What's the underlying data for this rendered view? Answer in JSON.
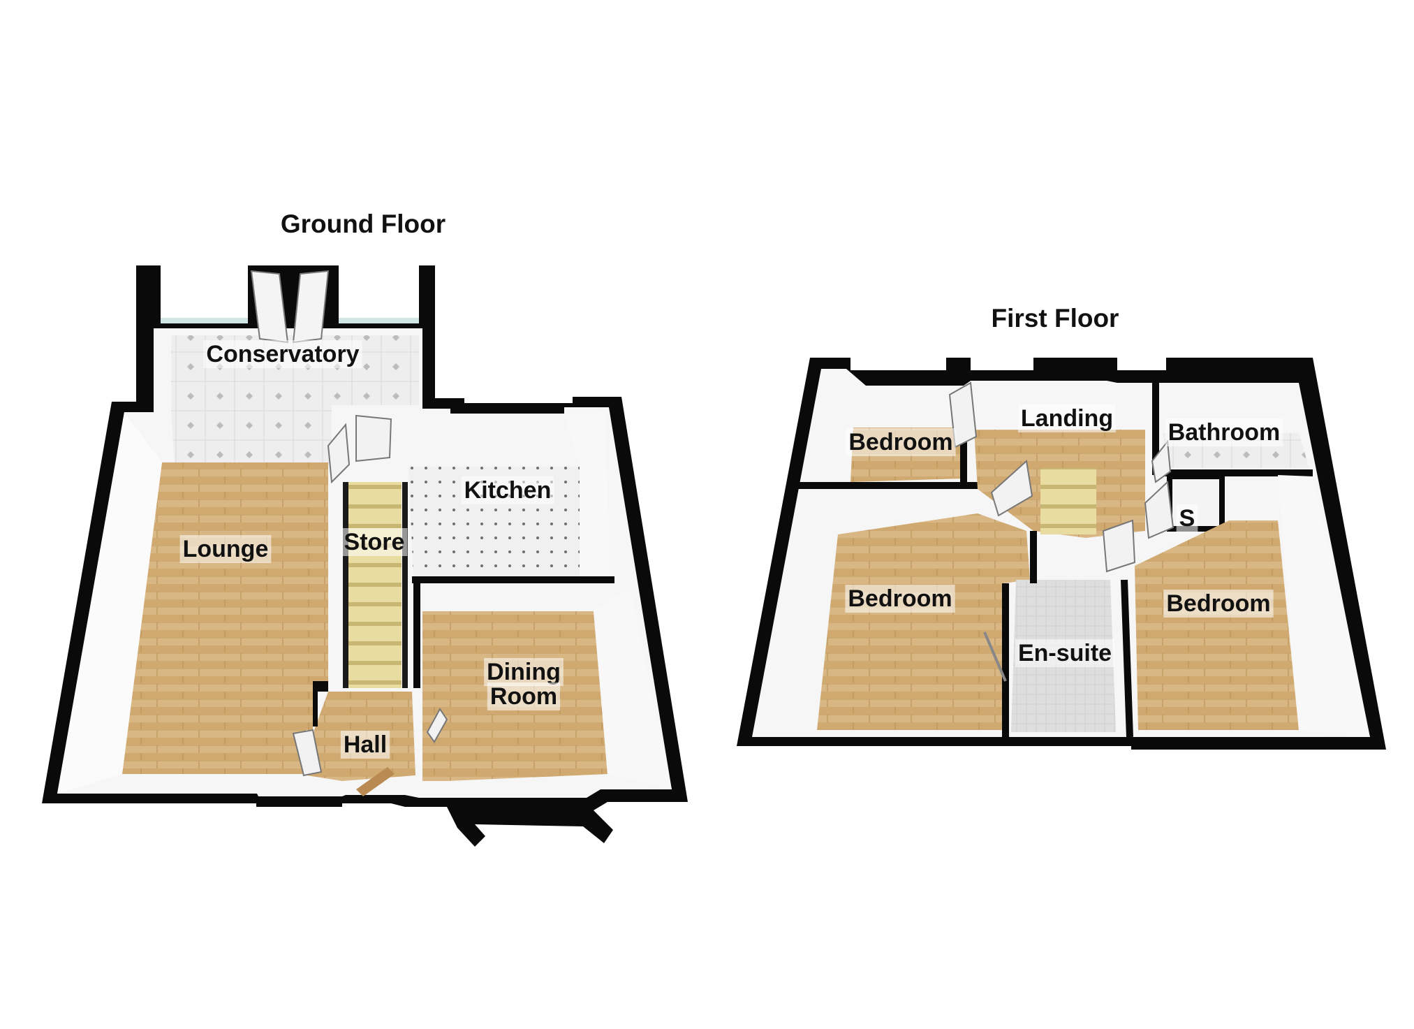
{
  "floors": [
    {
      "title": "Ground Floor",
      "rooms": {
        "conservatory": "Conservatory",
        "lounge": "Lounge",
        "store": "Store",
        "kitchen": "Kitchen",
        "dining_line1": "Dining",
        "dining_line2": "Room",
        "hall": "Hall"
      }
    },
    {
      "title": "First Floor",
      "rooms": {
        "bedroom_small": "Bedroom",
        "landing": "Landing",
        "bathroom": "Bathroom",
        "store_s": "S",
        "bedroom_left": "Bedroom",
        "ensuite": "En-suite",
        "bedroom_right": "Bedroom"
      }
    }
  ],
  "colors": {
    "wall": "#0a0a0a",
    "wood_floor": "#d4b17c",
    "tile_floor": "#ececec",
    "carpet_floor": "#dcdcdc",
    "inner_wall": "#f6f6f6",
    "window_glass": "#cfe6e6"
  }
}
